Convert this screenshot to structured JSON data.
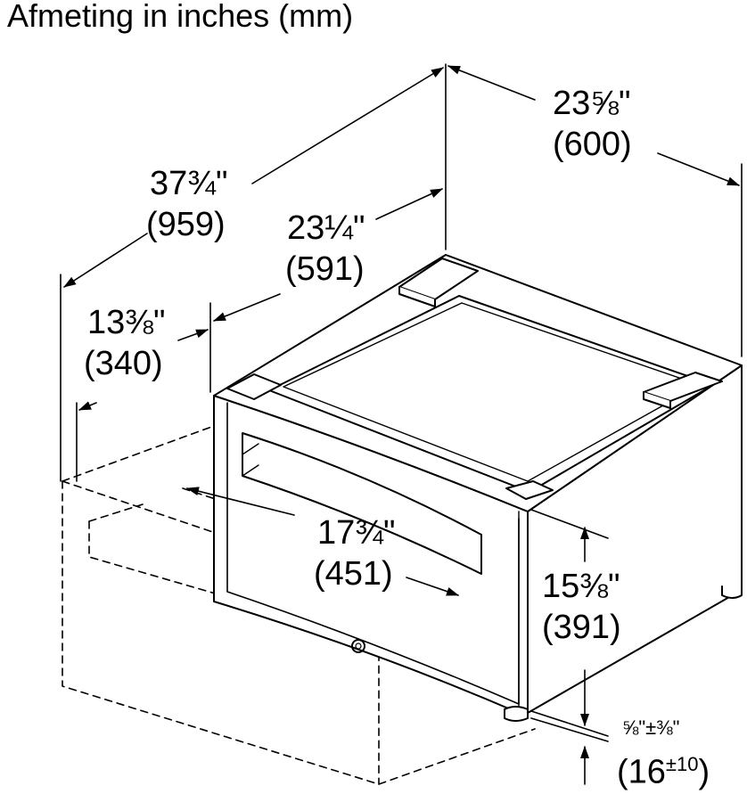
{
  "title": "Afmeting in inches (mm)",
  "dimensions": {
    "total_depth": {
      "inch": "37¾\"",
      "mm": "(959)"
    },
    "width": {
      "inch": "23⅝\"",
      "mm": "(600)"
    },
    "body_depth": {
      "inch": "23¼\"",
      "mm": "(591)"
    },
    "drawer_extension": {
      "inch": "13⅜\"",
      "mm": "(340)"
    },
    "drawer_opening": {
      "inch": "17¾\"",
      "mm": "(451)"
    },
    "height": {
      "inch": "15⅜\"",
      "mm": "(391)"
    },
    "foot_adjustment": {
      "inch": "⅝\"±⅜\"",
      "mm": "(16",
      "mm_tol": "±10",
      "mm_close": ")"
    }
  }
}
